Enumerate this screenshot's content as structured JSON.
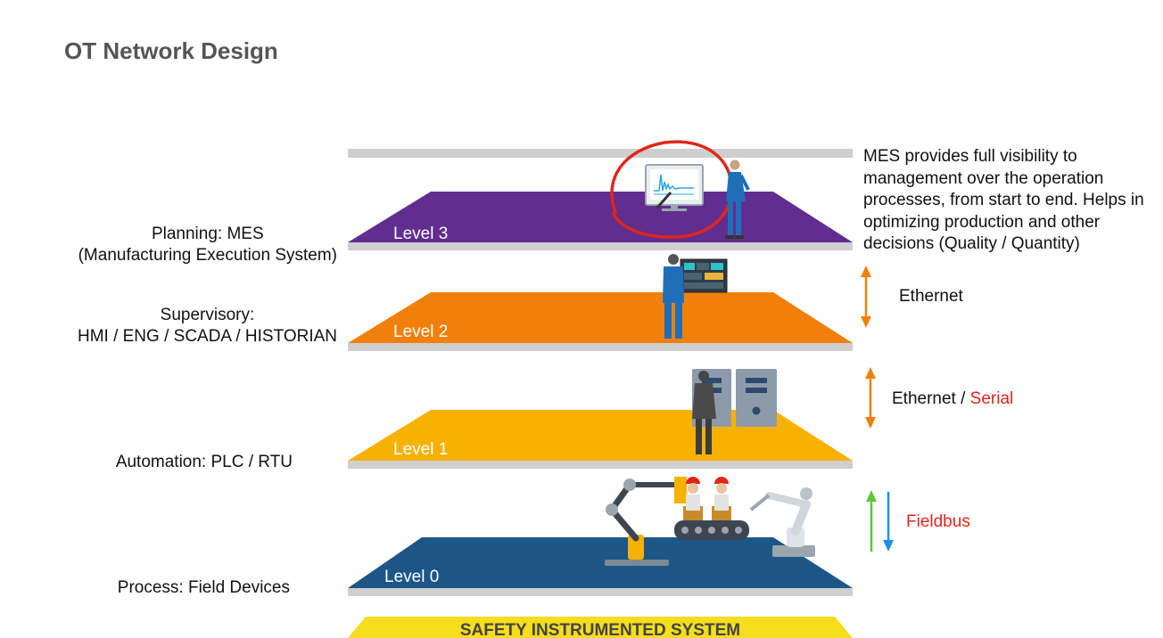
{
  "page": {
    "title": "OT Network Design"
  },
  "levels": [
    {
      "label": "Level 3",
      "color": "#612d8f",
      "description": [
        "Planning: MES",
        "(Manufacturing Execution System)"
      ]
    },
    {
      "label": "Level 2",
      "color": "#f0800a",
      "description": [
        "Supervisory:",
        "HMI / ENG / SCADA / HISTORIAN"
      ]
    },
    {
      "label": "Level 1",
      "color": "#f7b100",
      "description": [
        "Automation: PLC / RTU"
      ]
    },
    {
      "label": "Level 0",
      "color": "#1d5586",
      "description": [
        "Process: Field Devices"
      ]
    }
  ],
  "safety": {
    "label": "SAFETY INSTRUMENTED SYSTEM",
    "color": "#f6dd1e"
  },
  "mes_description": "MES provides full visibility to management over the operation processes, from start to end. Helps in optimizing production and other decisions (Quality / Quantity)",
  "connections": [
    {
      "label": "Ethernet",
      "arrow_color": "#f0800a"
    },
    {
      "label": "Ethernet",
      "separator": " / ",
      "extra_label": "Serial",
      "extra_color": "#e0261b",
      "arrow_color": "#f0800a"
    },
    {
      "label": "Fieldbus",
      "label_color": "#e0261b",
      "arrow_up_color": "#5cc63b",
      "arrow_down_color": "#1e90e6"
    }
  ],
  "icons": [
    "monitor-chart-icon",
    "presenter-person-icon",
    "dashboard-screen-icon",
    "operator-person-icon",
    "server-cabinet-icon",
    "technician-person-icon",
    "robot-arm-icon",
    "worker-icon",
    "conveyor-icon"
  ],
  "annotation": {
    "color": "#e0261b"
  }
}
